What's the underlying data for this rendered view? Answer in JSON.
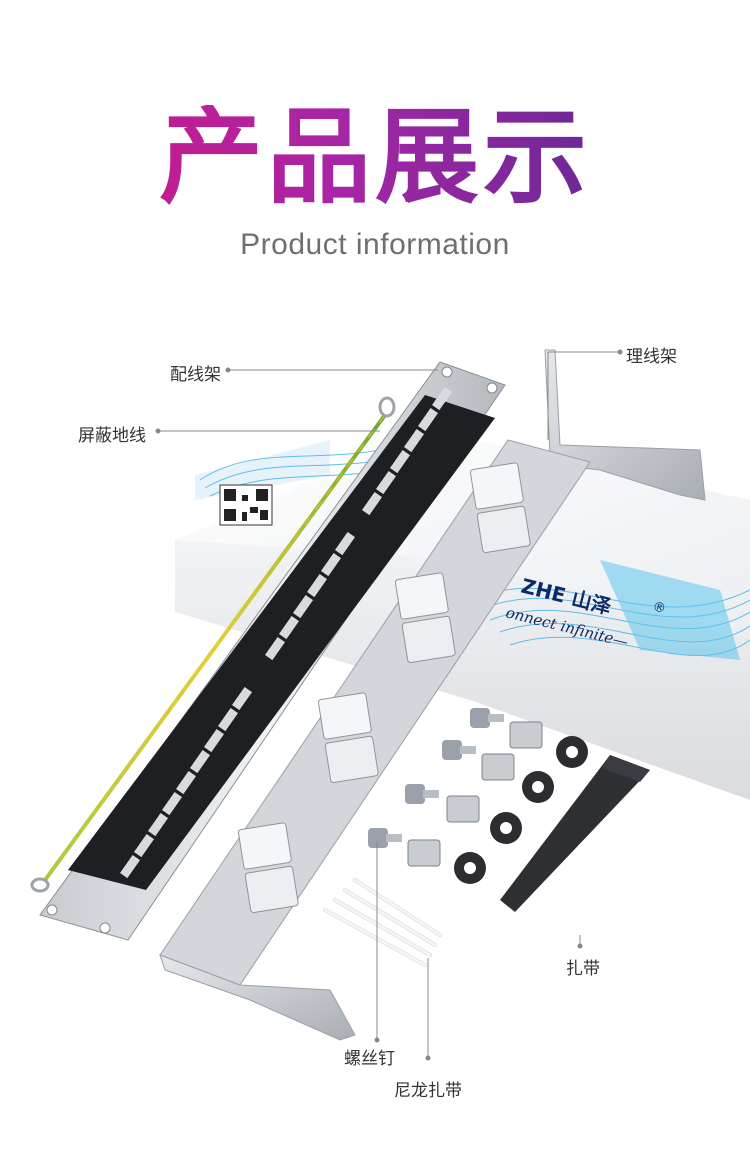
{
  "header": {
    "title": "产品展示",
    "subtitle": "Product information"
  },
  "box": {
    "brand": "ZHE 山泽",
    "registered": "®",
    "slogan": "onnect infinite—"
  },
  "labels": {
    "patch_panel": "配线架",
    "shield_ground": "屏蔽地线",
    "cable_manager": "理线架",
    "velcro_strap": "扎带",
    "screws": "螺丝钉",
    "nylon_ties": "尼龙扎带"
  },
  "colors": {
    "title_start": "#d8157f",
    "title_end": "#4a2a8c"
  }
}
